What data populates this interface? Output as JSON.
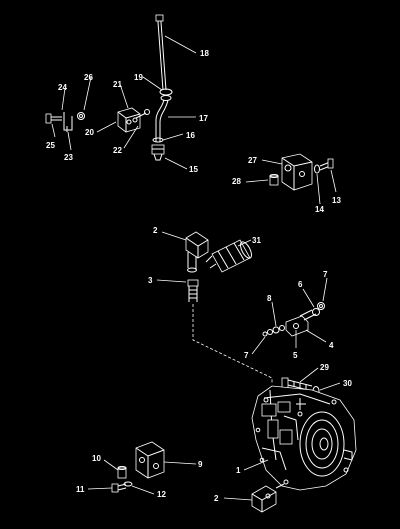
{
  "callouts": {
    "c1": "1",
    "c2a": "2",
    "c2b": "2",
    "c3": "3",
    "c4": "4",
    "c5": "5",
    "c6": "6",
    "c7a": "7",
    "c7b": "7",
    "c8": "8",
    "c9": "9",
    "c10": "10",
    "c11": "11",
    "c12": "12",
    "c13": "13",
    "c14": "14",
    "c15": "15",
    "c16": "16",
    "c17": "17",
    "c18": "18",
    "c19": "19",
    "c20": "20",
    "c21": "21",
    "c22": "22",
    "c23": "23",
    "c24": "24",
    "c25": "25",
    "c26": "26",
    "c27": "27",
    "c28": "28",
    "c29": "29",
    "c30": "30",
    "c31": "31"
  }
}
